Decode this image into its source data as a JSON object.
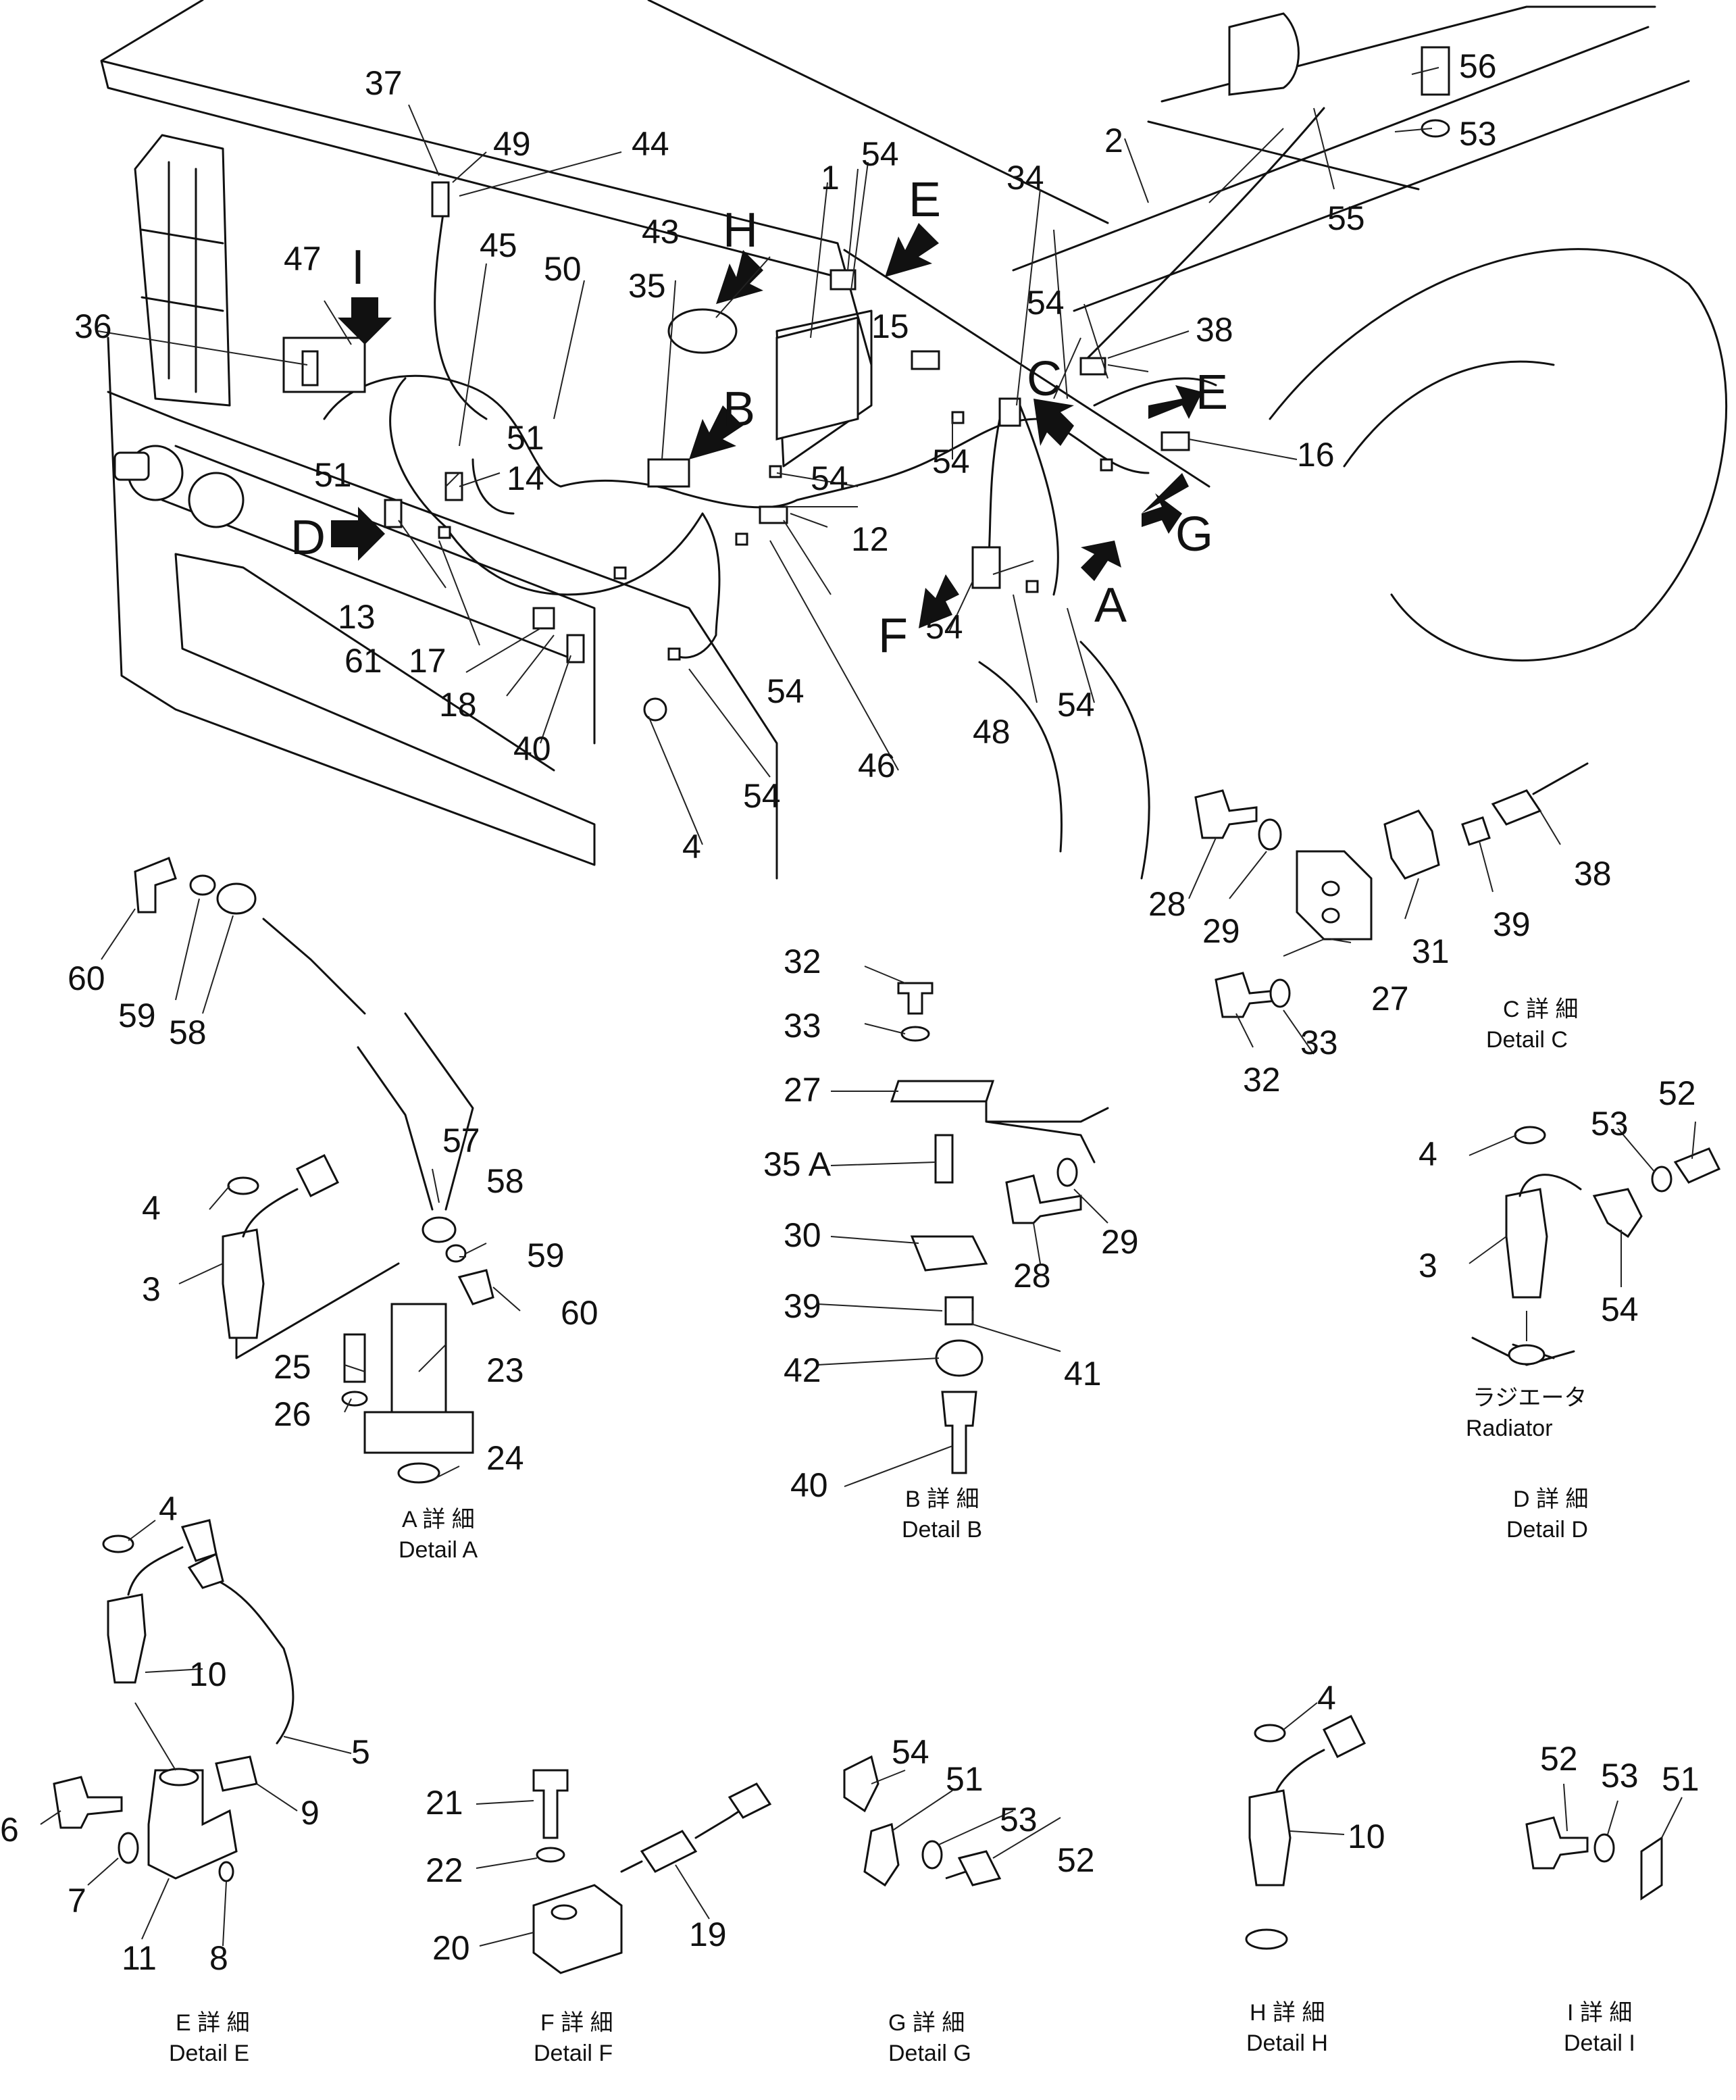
{
  "callouts": {
    "n1": "1",
    "n2": "2",
    "n3": "3",
    "n4": "4",
    "n5": "5",
    "n6": "6",
    "n7": "7",
    "n8": "8",
    "n9": "9",
    "n10": "10",
    "n11": "11",
    "n12": "12",
    "n13": "13",
    "n14": "14",
    "n15": "15",
    "n16": "16",
    "n17": "17",
    "n18": "18",
    "n19": "19",
    "n20": "20",
    "n21": "21",
    "n22": "22",
    "n23": "23",
    "n24": "24",
    "n25": "25",
    "n26": "26",
    "n27": "27",
    "n28": "28",
    "n29": "29",
    "n30": "30",
    "n31": "31",
    "n32": "32",
    "n33": "33",
    "n34": "34",
    "n35": "35",
    "n35a": "35 A",
    "n36": "36",
    "n37": "37",
    "n38": "38",
    "n39": "39",
    "n40": "40",
    "n41": "41",
    "n42": "42",
    "n43": "43",
    "n44": "44",
    "n45": "45",
    "n46": "46",
    "n47": "47",
    "n48": "48",
    "n49": "49",
    "n50": "50",
    "n51": "51",
    "n52": "52",
    "n53": "53",
    "n54": "54",
    "n55": "55",
    "n56": "56",
    "n57": "57",
    "n58": "58",
    "n59": "59",
    "n60": "60",
    "n61": "61"
  },
  "view_letters": {
    "A": "A",
    "B": "B",
    "C": "C",
    "D": "D",
    "E": "E",
    "F": "F",
    "G": "G",
    "H": "H",
    "I": "I"
  },
  "details": {
    "A": {
      "jp": "A 詳 細",
      "en": "Detail A"
    },
    "B": {
      "jp": "B 詳 細",
      "en": "Detail B"
    },
    "C": {
      "jp": "C 詳 細",
      "en": "Detail C"
    },
    "D": {
      "jp": "D 詳 細",
      "en": "Detail D",
      "note_jp": "ラジエータ",
      "note_en": "Radiator"
    },
    "E": {
      "jp": "E 詳 細",
      "en": "Detail E"
    },
    "F": {
      "jp": "F 詳 細",
      "en": "Detail F"
    },
    "G": {
      "jp": "G 詳 細",
      "en": "Detail G"
    },
    "H": {
      "jp": "H 詳 細",
      "en": "Detail H"
    },
    "I": {
      "jp": "I 詳 細",
      "en": "Detail I"
    }
  }
}
